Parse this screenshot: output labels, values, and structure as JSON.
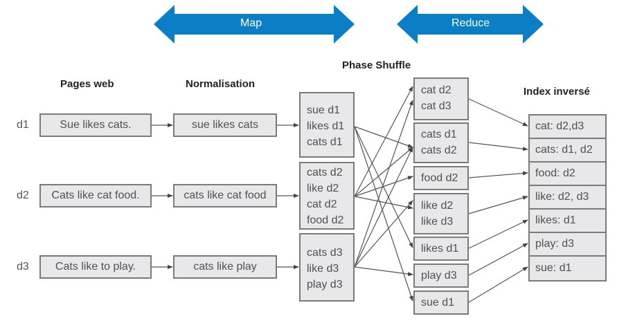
{
  "phases": {
    "map_label": "Map",
    "reduce_label": "Reduce",
    "color": "#0a7fc5"
  },
  "headings": {
    "pages": "Pages web",
    "normalisation": "Normalisation",
    "shuffle": "Phase Shuffle",
    "index": "Index inversé"
  },
  "documents": [
    {
      "id": "d1",
      "page": "Sue likes cats.",
      "normalized": "sue likes cats",
      "map_output": [
        "sue d1",
        "likes d1",
        "cats d1"
      ]
    },
    {
      "id": "d2",
      "page": "Cats like cat food.",
      "normalized": "cats like cat food",
      "map_output": [
        "cats d2",
        "like d2",
        "cat d2",
        "food d2"
      ]
    },
    {
      "id": "d3",
      "page": "Cats like to play.",
      "normalized": "cats like play",
      "map_output": [
        "cats d3",
        "like d3",
        "play d3"
      ]
    }
  ],
  "shuffle_groups": [
    {
      "lines": [
        "cat d2",
        "cat d3"
      ]
    },
    {
      "lines": [
        "cats d1",
        "cats d2"
      ]
    },
    {
      "lines": [
        "food d2"
      ]
    },
    {
      "lines": [
        "like d2",
        "like d3"
      ]
    },
    {
      "lines": [
        "likes d1"
      ]
    },
    {
      "lines": [
        "play d3"
      ]
    },
    {
      "lines": [
        "sue d1"
      ]
    }
  ],
  "inverted_index": [
    "cat: d2,d3",
    "cats: d1, d2",
    "food: d2",
    "like: d2, d3",
    "likes: d1",
    "play: d3",
    "sue: d1"
  ],
  "shuffle_edges": [
    {
      "from": 0,
      "to": 1
    },
    {
      "from": 0,
      "to": 4
    },
    {
      "from": 0,
      "to": 6
    },
    {
      "from": 1,
      "to": 0
    },
    {
      "from": 1,
      "to": 1
    },
    {
      "from": 1,
      "to": 2
    },
    {
      "from": 1,
      "to": 3
    },
    {
      "from": 2,
      "to": 0
    },
    {
      "from": 2,
      "to": 1
    },
    {
      "from": 2,
      "to": 3
    },
    {
      "from": 2,
      "to": 5
    }
  ]
}
